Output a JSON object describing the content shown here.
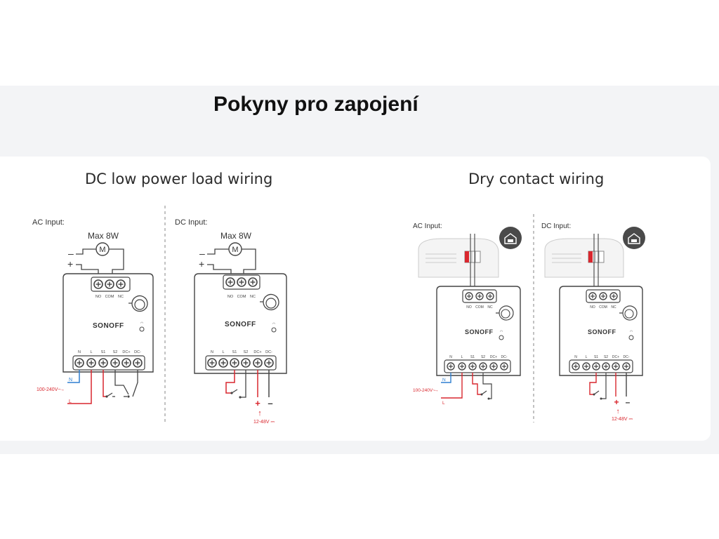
{
  "page_title": "Pokyny pro zapojení",
  "sections": [
    {
      "title": "DC low power load wiring",
      "panels": [
        {
          "input_label": "AC Input:",
          "motor_label": "Max 8W",
          "brand": "SONOFF",
          "relay_terminals": [
            "NO",
            "COM",
            "NC"
          ],
          "bottom_terminals": [
            "N",
            "L",
            "S1",
            "S2",
            "DC+",
            "DC-"
          ],
          "supply_neutral": "N",
          "supply_voltage": "100-240V~",
          "supply_live": "L"
        },
        {
          "input_label": "DC Input:",
          "motor_label": "Max 8W",
          "brand": "SONOFF",
          "relay_terminals": [
            "NO",
            "COM",
            "NC"
          ],
          "bottom_terminals": [
            "N",
            "L",
            "S1",
            "S2",
            "DC+",
            "DC-"
          ],
          "supply_voltage": "12-48V ⎓"
        }
      ]
    },
    {
      "title": "Dry contact wiring",
      "panels": [
        {
          "input_label": "AC Input:",
          "brand": "SONOFF",
          "relay_terminals": [
            "NO",
            "COM",
            "NC"
          ],
          "bottom_terminals": [
            "N",
            "L",
            "S1",
            "S2",
            "DC+",
            "DC-"
          ],
          "supply_neutral": "N",
          "supply_voltage": "100-240V~",
          "supply_live": "L"
        },
        {
          "input_label": "DC Input:",
          "brand": "SONOFF",
          "relay_terminals": [
            "NO",
            "COM",
            "NC"
          ],
          "bottom_terminals": [
            "N",
            "L",
            "S1",
            "S2",
            "DC+",
            "DC-"
          ],
          "supply_voltage": "12-48V ⎓"
        }
      ]
    }
  ],
  "colors": {
    "live": "#d9272e",
    "neutral": "#2f7fd0",
    "line": "#444444",
    "text": "#555555"
  }
}
